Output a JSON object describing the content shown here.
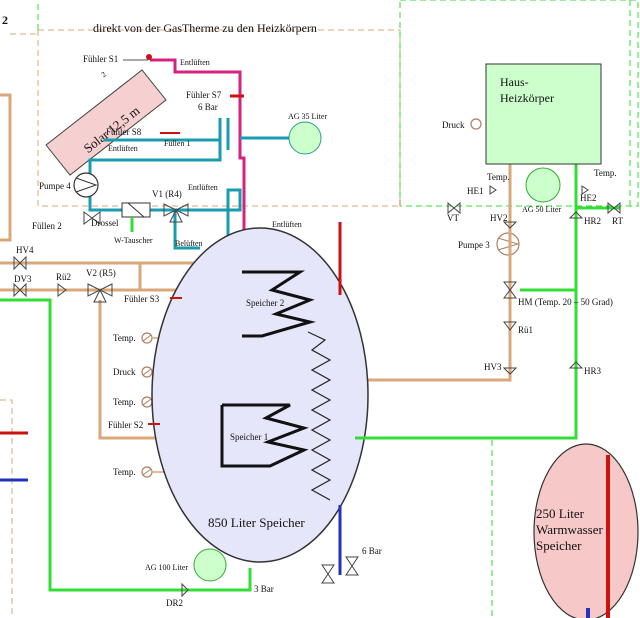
{
  "page_number": "2",
  "top_label": "direkt von der GasTherme zu den Heizkörpern",
  "solar": {
    "text": "Solar 12,5 m",
    "superscript": "2"
  },
  "sensors": {
    "s1": "Fühler S1",
    "s2": "Fühler S2",
    "s3": "Fühler S3",
    "s7": "Fühler S7",
    "s7_pressure": "6 Bar",
    "s8": "Fühler S8"
  },
  "vent_labels": {
    "entlueften": "Entlüften",
    "belueften": "Belüften"
  },
  "fill_labels": {
    "fuellen1": "Füllen 1",
    "fuellen2": "Füllen 2"
  },
  "pumps": {
    "pumpe3": "Pumpe 3",
    "pumpe4": "Pumpe 4"
  },
  "valves": {
    "v1": "V1 (R4)",
    "v2": "V2 (R5)",
    "drossel": "Drossel",
    "w_tauscher": "W-Tauscher",
    "hv4": "HV4",
    "dv3": "DV3",
    "rue2": "Rü2",
    "rue1": "Rü1",
    "hv2": "HV2",
    "hv3": "HV3",
    "he1": "HE1",
    "he2": "HE2",
    "vt": "VT",
    "hr2": "HR2",
    "hr3": "HR3",
    "rt": "RT",
    "dr2": "DR2",
    "hm": "HM (Temp. 20 – 50 Grad)"
  },
  "expansion_tanks": {
    "ag35": "AG 35 Liter",
    "ag50": "AG 50 Liter",
    "ag100": "AG 100 Liter"
  },
  "gauges": {
    "temp": "Temp.",
    "druck": "Druck"
  },
  "radiators": {
    "line1": "Haus-",
    "line2": "Heizkörper"
  },
  "main_tank": {
    "label": "850 Liter Speicher",
    "coil1": "Speicher 1",
    "coil2": "Speicher 2"
  },
  "hot_water_tank": {
    "line1": "250 Liter",
    "line2": "Warmwasser",
    "line3": "Speicher"
  },
  "pressures": {
    "bar3": "3 Bar",
    "bar6": "6 Bar"
  },
  "colors": {
    "tan_pipe": "#d9a77a",
    "green_pipe": "#33dd33",
    "teal_pipe": "#1a9cb0",
    "magenta_pipe": "#d4237e",
    "tank_fill": "#e6e6fa",
    "hot_water_fill": "#f7c8c8",
    "radiator_fill": "#ccffcc",
    "solar_fill": "#f6d0d0",
    "sensor_red": "#cc1111"
  }
}
